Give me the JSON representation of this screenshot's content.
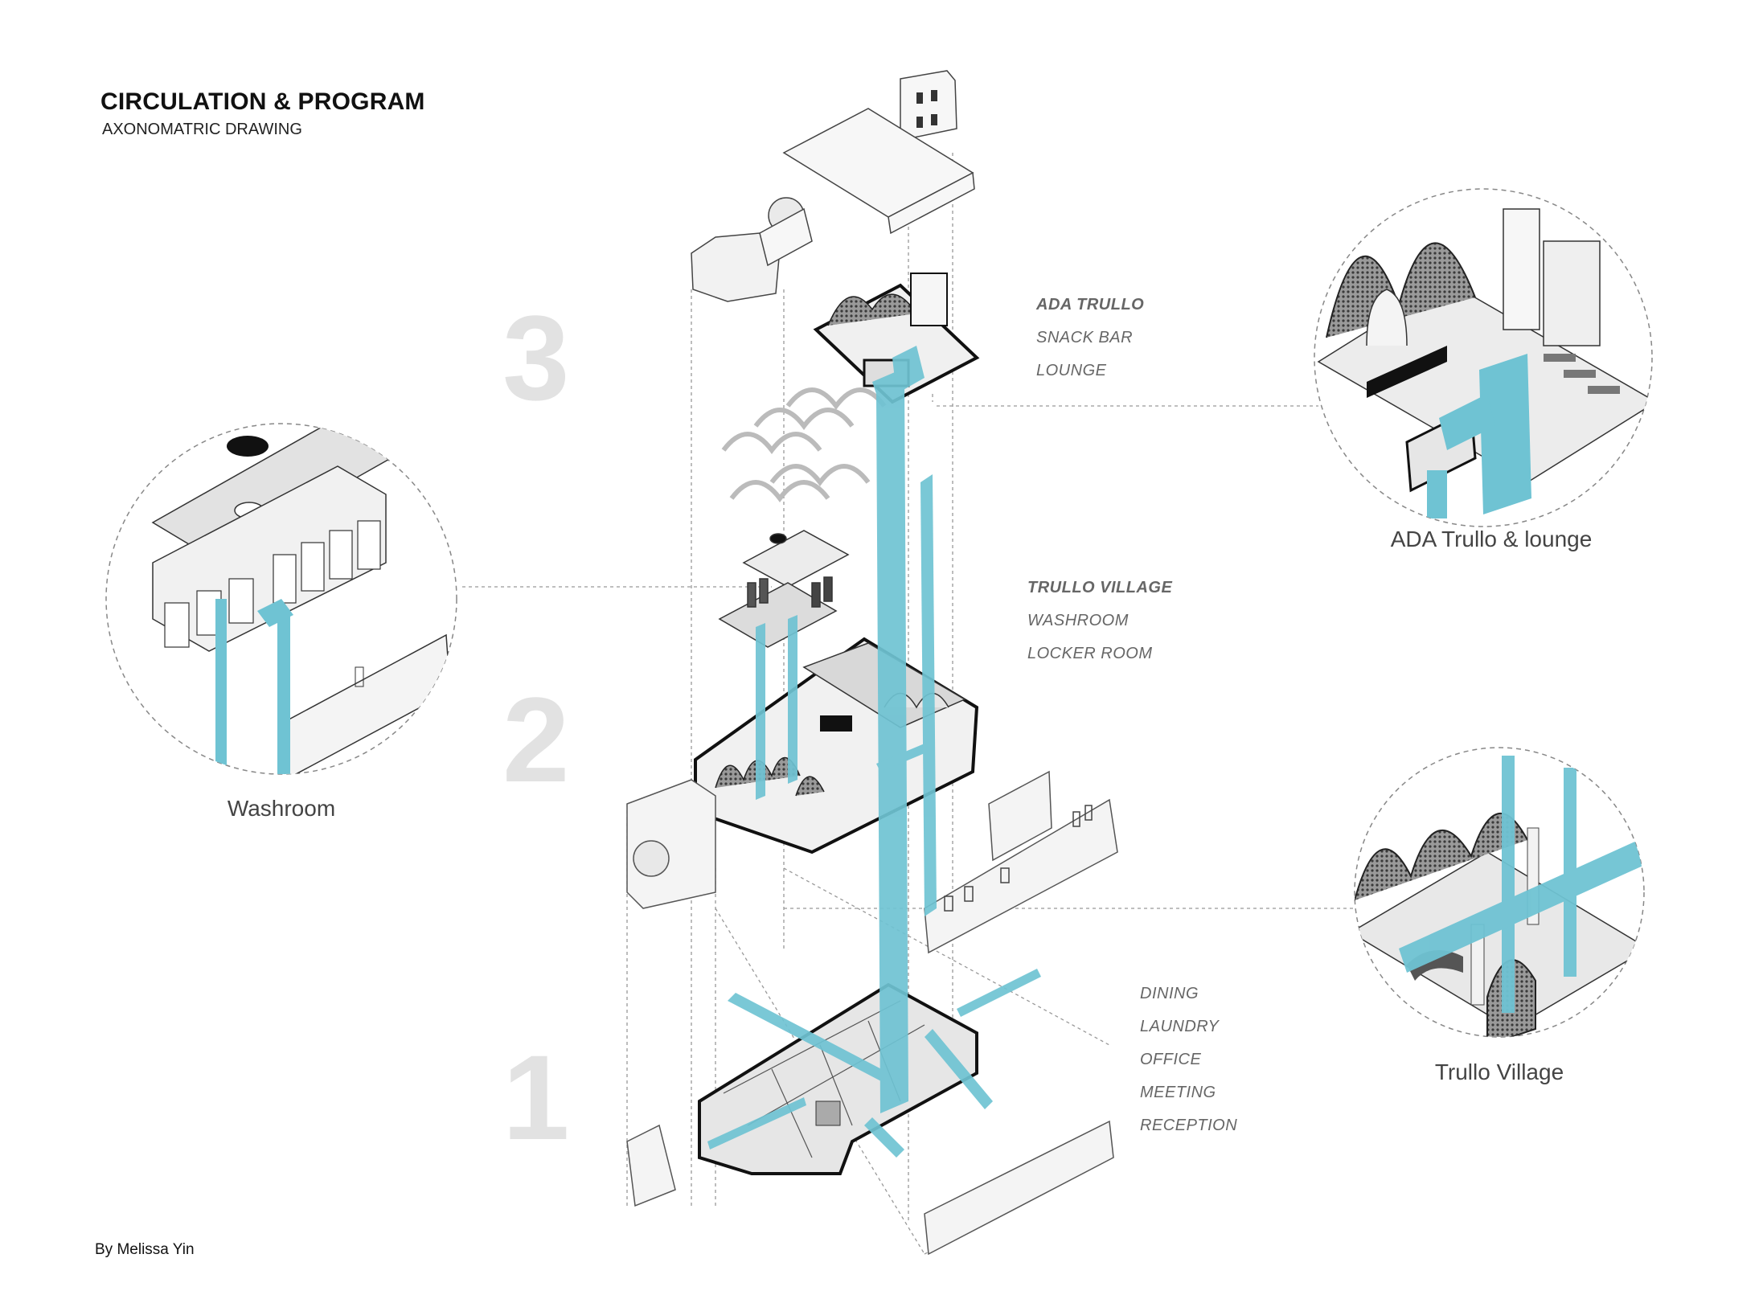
{
  "header": {
    "title": "CIRCULATION & PROGRAM",
    "subtitle": "AXONOMATRIC DRAWING"
  },
  "credit": "By Melissa Yin",
  "levels": [
    "3",
    "2",
    "1"
  ],
  "program": {
    "level3": {
      "heading": "ADA TRULLO",
      "items": [
        "SNACK BAR",
        "LOUNGE"
      ]
    },
    "level2": {
      "heading": "TRULLO VILLAGE",
      "items": [
        "WASHROOM",
        "LOCKER ROOM"
      ]
    },
    "level1": {
      "items": [
        "DINING",
        "LAUNDRY",
        "OFFICE",
        "MEETING",
        "RECEPTION"
      ]
    }
  },
  "captions": {
    "washroom": "Washroom",
    "ada_lounge": "ADA Trullo & lounge",
    "trullo_village": "Trullo Village"
  },
  "colors": {
    "circulation": "#6fc3d3",
    "lines": "#222222",
    "light_gray": "#e0e0e0",
    "level_numbers": "#e2e2e2"
  }
}
